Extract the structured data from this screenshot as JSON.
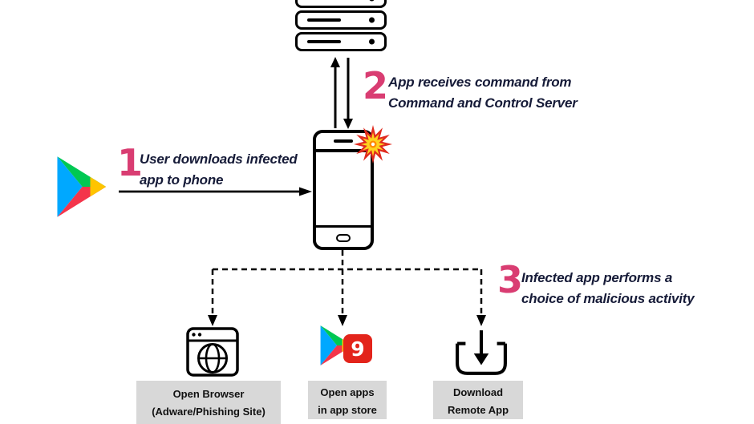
{
  "steps": [
    {
      "number": "1",
      "text_line1": "User downloads infected",
      "text_line2": "app to phone"
    },
    {
      "number": "2",
      "text_line1": "App receives command from",
      "text_line2": "Command and Control Server"
    },
    {
      "number": "3",
      "text_line1": "Infected app performs a",
      "text_line2": "choice of malicious activity"
    }
  ],
  "outcomes": [
    {
      "icon": "browser-globe-icon",
      "label_line1": "Open Browser",
      "label_line2": "(Adware/Phishing Site)"
    },
    {
      "icon": "app-store-9-icon",
      "badge_text": "9",
      "label_line1": "Open apps",
      "label_line2": "in app store"
    },
    {
      "icon": "download-tray-icon",
      "label_line1": "Download",
      "label_line2": "Remote App"
    }
  ],
  "icons": {
    "server": "server-stack-icon",
    "link_arrows": "up-down-arrows-icon",
    "source": "google-play-icon",
    "device": "smartphone-icon",
    "infection": "infection-burst-icon"
  },
  "colors": {
    "step_number": "#d93d72",
    "caption_text": "#161b38",
    "label_box_bg": "#d8d8d8",
    "diagram_lines": "#000000",
    "burst_red": "#e02a1e",
    "burst_yellow": "#ffd21f",
    "app_badge_red": "#e3241b",
    "play_blue": "#00a8ff",
    "play_green": "#00c853",
    "play_yellow": "#ffc400",
    "play_red": "#f4354b"
  }
}
